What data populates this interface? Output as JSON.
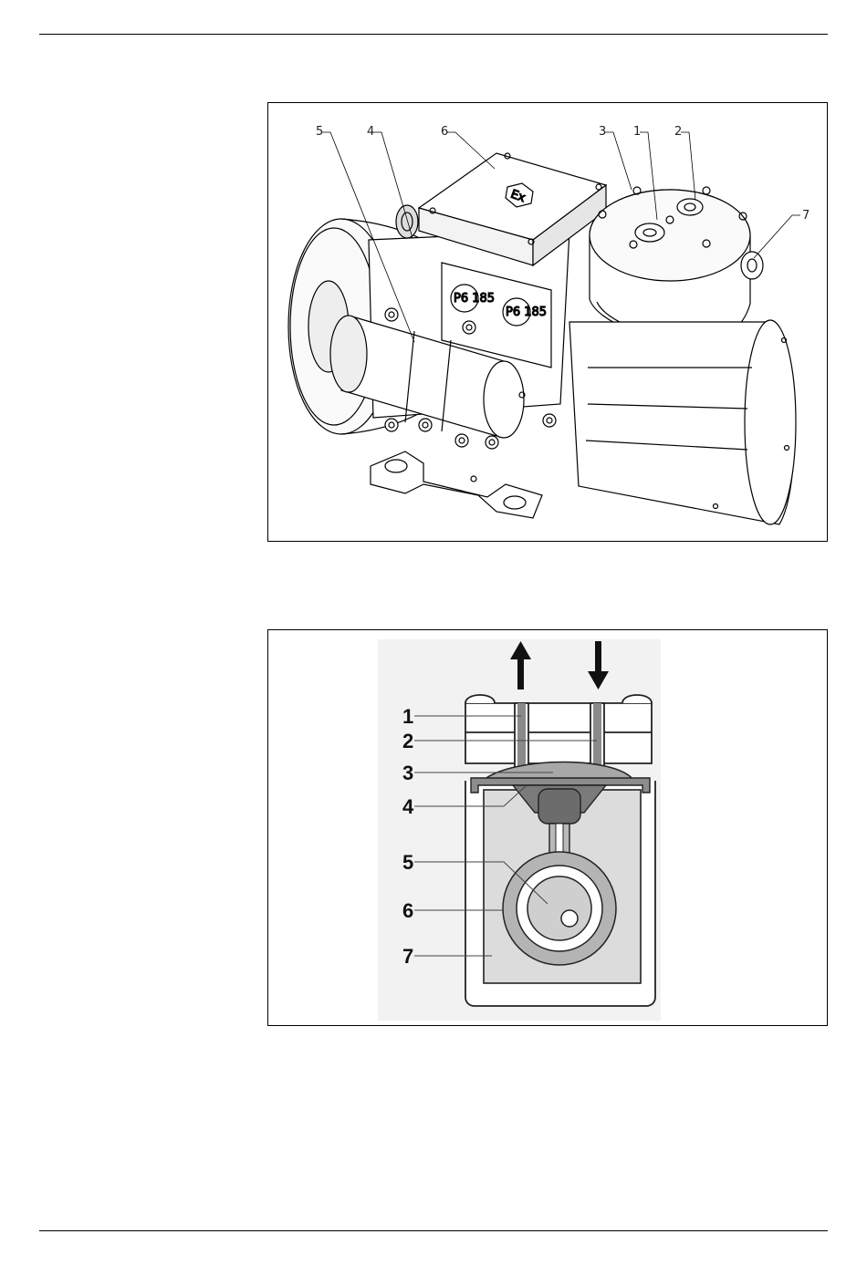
{
  "figure1": {
    "callouts": [
      "5",
      "4",
      "6",
      "3",
      "1",
      "2",
      "7"
    ],
    "marking_ex": "Ex",
    "valve_label": "P6 185"
  },
  "figure2": {
    "labels": [
      "1",
      "2",
      "3",
      "4",
      "5",
      "6",
      "7"
    ],
    "arrows": [
      "arrow-up-icon",
      "arrow-down-icon"
    ]
  }
}
